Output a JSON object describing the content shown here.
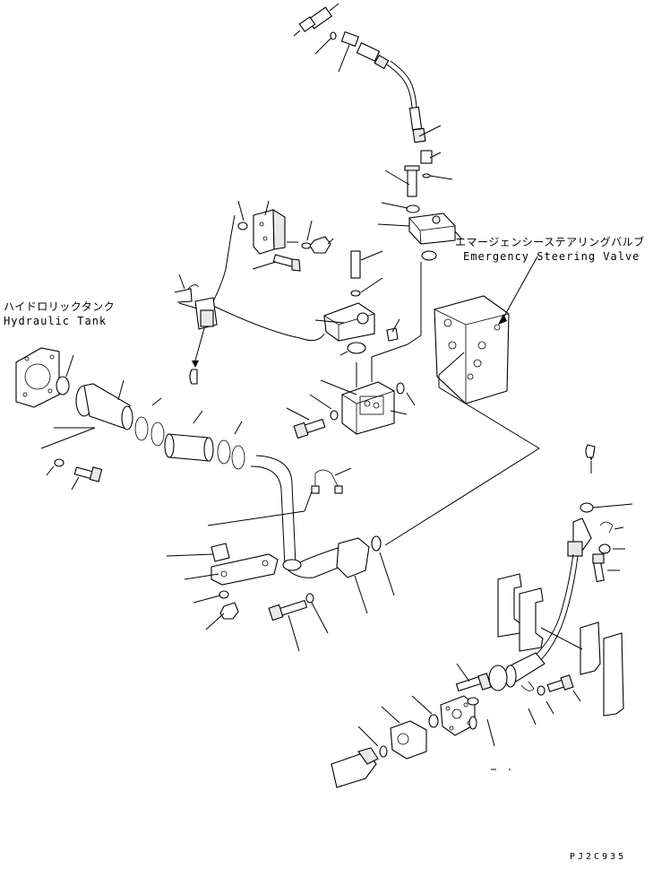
{
  "labels": {
    "emergency_valve_jp": "エマージェンシーステアリングバルブ",
    "emergency_valve_en": "Emergency Steering Valve",
    "hydraulic_tank_jp": "ハイドロリックタンク",
    "hydraulic_tank_en": "Hydraulic Tank",
    "drawing_code": "PJ2C935"
  }
}
